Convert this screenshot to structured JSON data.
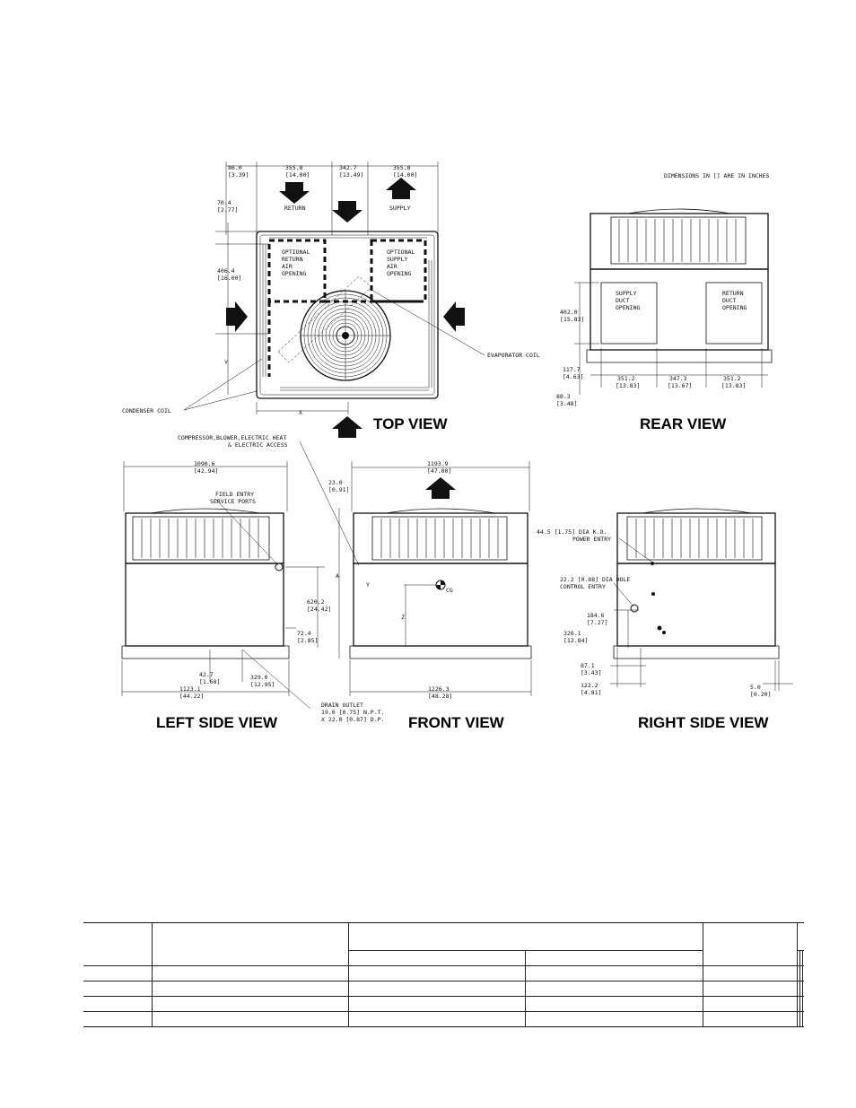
{
  "note": "DIMENSIONS IN [] ARE IN INCHES",
  "view_titles": {
    "top": "TOP VIEW",
    "rear": "REAR VIEW",
    "left": "LEFT SIDE   VIEW",
    "front": "FRONT VIEW",
    "right": "RIGHT SIDE VIEW"
  },
  "top_view": {
    "dims": {
      "d1": "86.0",
      "d1i": "[3.39]",
      "d2": "355.8",
      "d2i": "[14.00]",
      "d3": "342.7",
      "d3i": "[13.49]",
      "d4": "355.8",
      "d4i": "[14.00]",
      "d5": "70.4",
      "d5i": "[2.77]",
      "d6": "406.4",
      "d6i": "[16.00]"
    },
    "labels": {
      "return": "RETURN",
      "supply": "SUPPLY",
      "opt_return": [
        "OPTIONAL",
        "RETURN",
        "AIR",
        "OPENING"
      ],
      "opt_supply": [
        "OPTIONAL",
        "SUPPLY",
        "AIR",
        "OPENING"
      ],
      "evaporator": "EVAPORATOR COIL",
      "condenser": "CONDENSER COIL",
      "x": "X",
      "y": "Y",
      "access": [
        "COMPRESSOR,BLOWER,ELECTRIC HEAT",
        "& ELECTRIC ACCESS"
      ]
    }
  },
  "rear_view": {
    "labels": {
      "supply_duct": [
        "SUPPLY",
        "DUCT",
        "OPENING"
      ],
      "return_duct": [
        "RETURN",
        "DUCT",
        "OPENING"
      ]
    },
    "dims": {
      "h": "402.0",
      "hi": "[15.83]",
      "b": "117.7",
      "bi": "[4.63]",
      "e": "88.3",
      "ei": "[3.48]",
      "w1": "351.2",
      "w1i": "[13.83]",
      "w2": "347.3",
      "w2i": "[13.67]",
      "w3": "351.2",
      "w3i": "[13.83]"
    }
  },
  "left_view": {
    "dims": {
      "top": "1090.6",
      "topi": "[42.94]",
      "h": "620.2",
      "hi": "[24.42]",
      "s": "72.4",
      "si": "[2.85]",
      "a": "42.7",
      "ai": "[1.68]",
      "b": "329.0",
      "bi": "[12.95]",
      "w": "1123.1",
      "wi": "[44.22]"
    },
    "labels": {
      "field_entry": [
        "FIELD ENTRY",
        "SERVICE PORTS"
      ],
      "drain": [
        "DRAIN OUTLET",
        "19.0 [0.75] N.P.T.",
        "X 22.0 [0.87] D.P."
      ]
    }
  },
  "front_view": {
    "dims": {
      "top": "1193.9",
      "topi": "[47.00]",
      "t": "23.0",
      "ti": "[0.91]",
      "w": "1226.3",
      "wi": "[48.28]"
    },
    "labels": {
      "a": "A",
      "cg": "CG",
      "z": "Z",
      "y": "Y"
    }
  },
  "right_view": {
    "labels": {
      "power": [
        "44.5 [1.75] DIA K.O.",
        "POWER ENTRY"
      ],
      "control": [
        "22.2 [0.88] DIA HOLE",
        "CONTROL ENTRY"
      ]
    },
    "dims": {
      "a": "184.6",
      "ai": "[7.27]",
      "b": "326.1",
      "bi": "[12.84]",
      "c": "87.1",
      "ci": "[3.43]",
      "d": "122.2",
      "di": "[4.81]",
      "e": "5.0",
      "ei": "[0.20]"
    }
  }
}
